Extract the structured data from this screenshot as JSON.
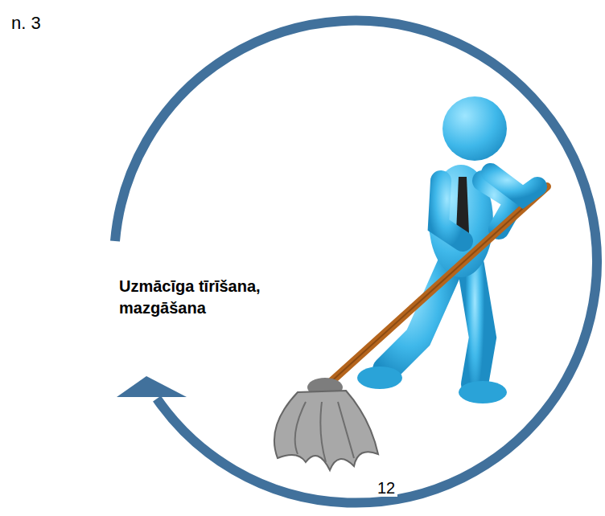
{
  "diagram": {
    "labels": [
      "n. 3",
      "Uzmācīga tīrīšana, mazgāšana",
      "12"
    ]
  }
}
